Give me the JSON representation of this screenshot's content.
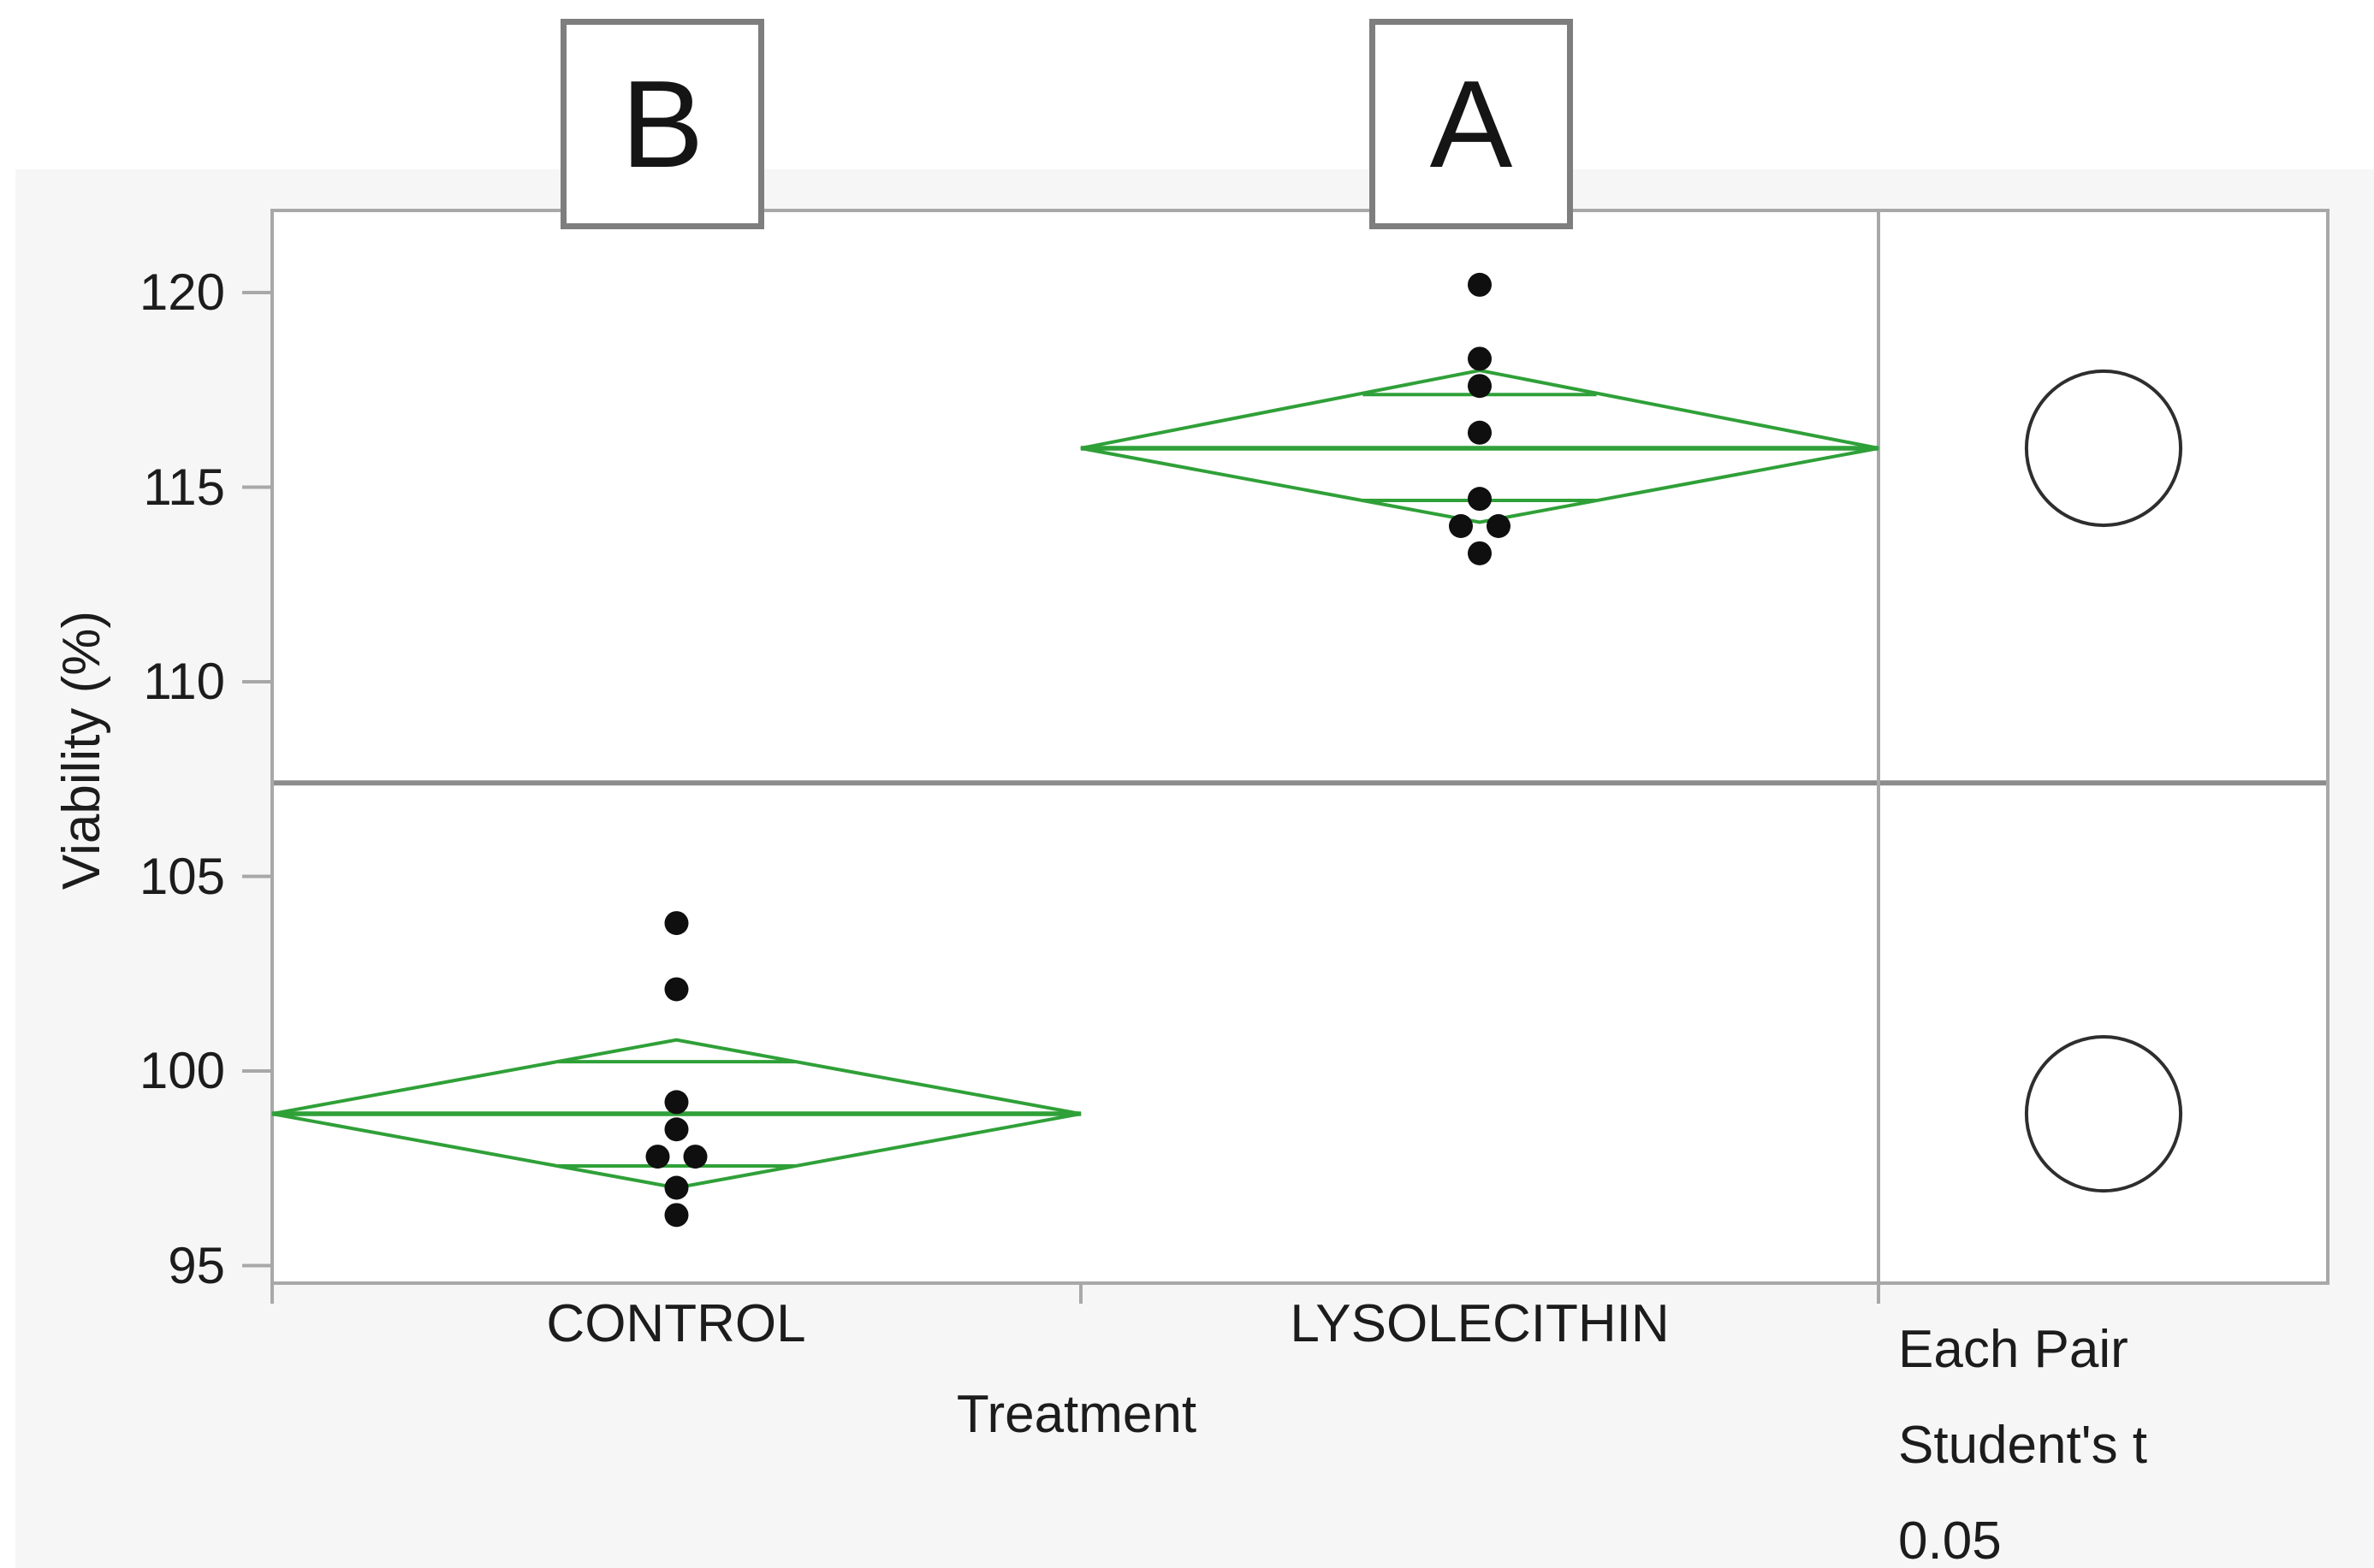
{
  "figure": {
    "y_axis_title": "Viability (%)",
    "x_axis_title": "Treatment",
    "group_labels": [
      "CONTROL",
      "LYSOLECITHIN"
    ],
    "comparison_legend_lines": [
      "Each Pair",
      "Student's t",
      "0.05"
    ]
  },
  "chart_data": {
    "type": "scatter",
    "subtype": "oneway-means-diamonds-with-comparison-circles",
    "title": "",
    "xlabel": "Treatment",
    "ylabel": "Viability (%)",
    "categories": [
      "CONTROL",
      "LYSOLECITHIN"
    ],
    "yticks": [
      95,
      100,
      105,
      110,
      115,
      120
    ],
    "ylim": [
      94.6,
      122.1
    ],
    "grid": false,
    "grand_mean": 107.4,
    "series": [
      {
        "name": "CONTROL",
        "significance_letter": "B",
        "mean": 98.9,
        "ci_low": 97.0,
        "ci_high": 100.8,
        "overlap_mark_low": 97.56,
        "overlap_mark_high": 100.24,
        "points": [
          {
            "v": 103.8,
            "dx": 0
          },
          {
            "v": 102.1,
            "dx": 0
          },
          {
            "v": 99.2,
            "dx": 0
          },
          {
            "v": 98.5,
            "dx": 0
          },
          {
            "v": 97.8,
            "dx": -22
          },
          {
            "v": 97.8,
            "dx": 22
          },
          {
            "v": 97.0,
            "dx": 0
          },
          {
            "v": 96.3,
            "dx": 0
          }
        ]
      },
      {
        "name": "LYSOLECITHIN",
        "significance_letter": "A",
        "mean": 116.0,
        "ci_low": 114.1,
        "ci_high": 118.0,
        "overlap_mark_low": 114.66,
        "overlap_mark_high": 117.38,
        "points": [
          {
            "v": 120.2,
            "dx": 0
          },
          {
            "v": 118.3,
            "dx": 0
          },
          {
            "v": 117.6,
            "dx": 0
          },
          {
            "v": 116.4,
            "dx": 0
          },
          {
            "v": 114.7,
            "dx": 0
          },
          {
            "v": 114.0,
            "dx": -22
          },
          {
            "v": 114.0,
            "dx": 22
          },
          {
            "v": 113.3,
            "dx": 0
          }
        ]
      }
    ],
    "comparison_circles": {
      "method_label_lines": [
        "Each Pair",
        "Student's t",
        "0.05"
      ],
      "alpha": "0.05",
      "radius_units": 1.98,
      "centers": [
        116.0,
        98.9
      ]
    },
    "colors": {
      "diamond_green": "#2fa038",
      "point_black": "#0f0f0f",
      "frame_gray": "#a8a8a8",
      "grand_mean_gray": "#8c8c8c",
      "circle_stroke": "#2e2e2e",
      "canvas_bg": "#f6f6f6",
      "plot_bg": "#ffffff",
      "box_border": "#7e7e7e"
    },
    "legend_position": "right-panel"
  }
}
